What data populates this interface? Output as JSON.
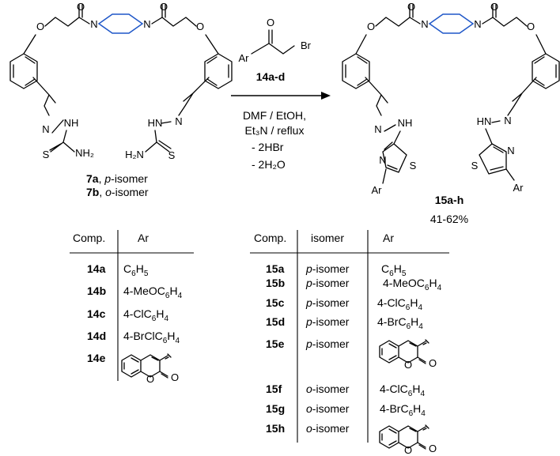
{
  "reaction": {
    "reagent": {
      "label": "14a-d",
      "ar": "Ar",
      "br": "Br"
    },
    "conditions": [
      "DMF / EtOH,",
      "Et₃N / reflux",
      "- 2HBr",
      "- 2H₂O"
    ],
    "byproducts": [
      "- 2HBr",
      "- 2H₂O"
    ]
  },
  "start_material": {
    "atoms": {
      "O": "O",
      "N": "N",
      "NH": "NH",
      "HN": "HN",
      "S": "S",
      "NH2": "NH₂",
      "H2N": "H₂N"
    },
    "labels": [
      {
        "num": "7a",
        "isomer": "p",
        "suffix": "-isomer"
      },
      {
        "num": "7b",
        "isomer": "o",
        "suffix": "-isomer"
      }
    ]
  },
  "product": {
    "atoms": {
      "O": "O",
      "N": "N",
      "NH": "NH",
      "HN": "HN",
      "S": "S",
      "Ar": "Ar"
    },
    "label": "15a-h",
    "yield": "41-62%"
  },
  "table_left": {
    "headers": [
      "Comp.",
      "Ar"
    ],
    "rows": [
      {
        "comp": "14a",
        "ar": "C₆H₅"
      },
      {
        "comp": "14b",
        "ar": "4-MeOC₆H₄"
      },
      {
        "comp": "14c",
        "ar": "4-ClC₆H₄"
      },
      {
        "comp": "14d",
        "ar": "4-BrClC₆H₄"
      },
      {
        "comp": "14e",
        "ar": "coumarin-3-yl"
      }
    ]
  },
  "table_right": {
    "headers": [
      "Comp.",
      "isomer",
      "Ar"
    ],
    "rows": [
      {
        "comp": "15a",
        "isomer": "p",
        "ar": "C₆H₅"
      },
      {
        "comp": "15b",
        "isomer": "p",
        "ar": "4-MeOC₆H₄"
      },
      {
        "comp": "15c",
        "isomer": "p",
        "ar": "4-ClC₆H₄"
      },
      {
        "comp": "15d",
        "isomer": "p",
        "ar": "4-BrC₆H₄"
      },
      {
        "comp": "15e",
        "isomer": "p",
        "ar": "coumarin-3-yl"
      },
      {
        "comp": "15f",
        "isomer": "o",
        "ar": "4-ClC₆H₄"
      },
      {
        "comp": "15g",
        "isomer": "o",
        "ar": "4-BrC₆H₄"
      },
      {
        "comp": "15h",
        "isomer": "o",
        "ar": "coumarin-3-yl"
      }
    ],
    "isomer_suffix": "-isomer"
  },
  "coumarin_atoms": {
    "O": "O"
  },
  "colors": {
    "piperazine": "#1f57c8",
    "ink": "#000000"
  }
}
